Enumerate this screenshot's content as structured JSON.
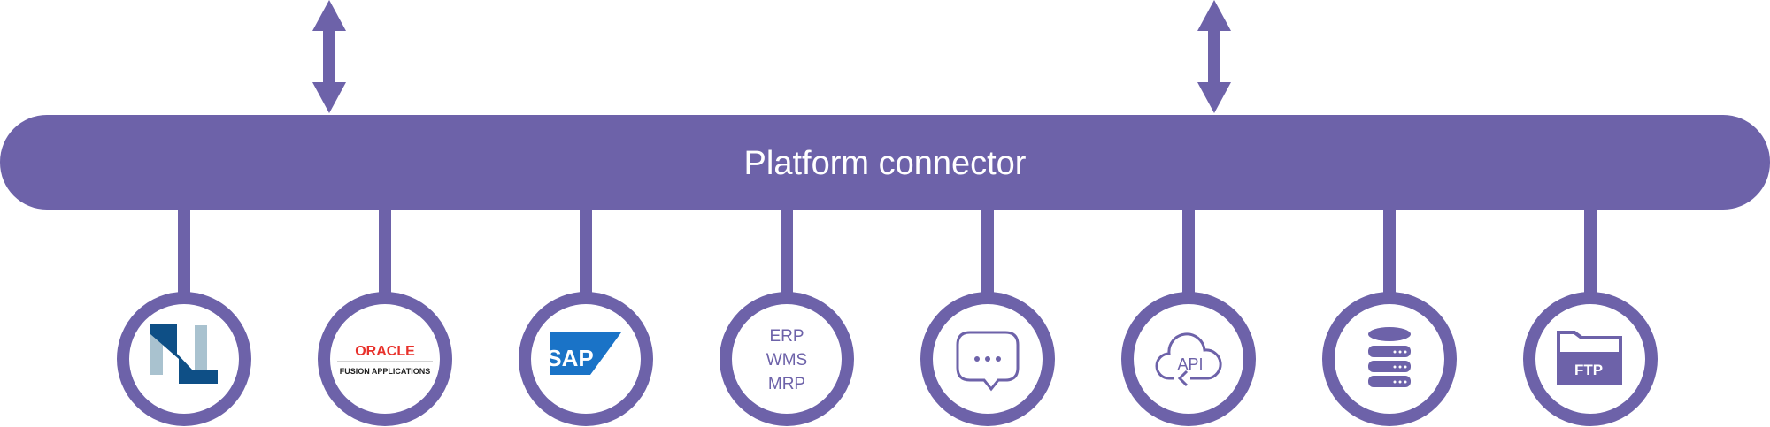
{
  "title": "Platform connector",
  "colors": {
    "accent": "#6d62a9",
    "oracle_red": "#e8312b",
    "sap_blue": "#1a73c7",
    "netsuite_dark": "#0e4f86",
    "netsuite_light": "#a9c2cf"
  },
  "nodes": [
    {
      "id": "netsuite",
      "icon": "netsuite-logo-icon"
    },
    {
      "id": "oracle",
      "icon": "oracle-logo-icon",
      "brand": "ORACLE",
      "sub": "FUSION APPLICATIONS"
    },
    {
      "id": "sap",
      "icon": "sap-logo-icon",
      "brand": "SAP"
    },
    {
      "id": "erp",
      "icon": "erp-wms-mrp-icon",
      "lines": [
        "ERP",
        "WMS",
        "MRP"
      ]
    },
    {
      "id": "chat",
      "icon": "chat-bubble-icon"
    },
    {
      "id": "api",
      "icon": "cloud-api-icon",
      "text": "API"
    },
    {
      "id": "database",
      "icon": "database-icon"
    },
    {
      "id": "ftp",
      "icon": "ftp-folder-icon",
      "text": "FTP"
    }
  ]
}
